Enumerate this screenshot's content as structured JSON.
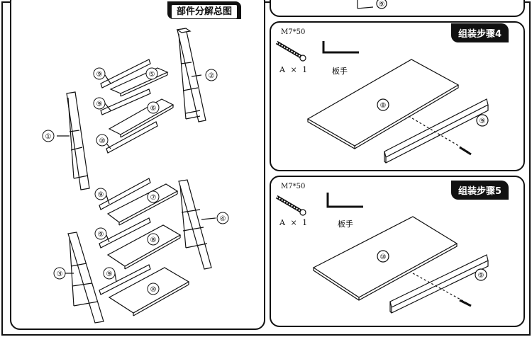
{
  "overview": {
    "title": "部件分解总图"
  },
  "step4": {
    "title": "组装步骤4",
    "screw_spec": "M7*50",
    "screw_qty": "A × 1",
    "tool_label": "板手"
  },
  "step5": {
    "title": "组装步骤5",
    "screw_spec": "M7*50",
    "screw_qty": "A × 1",
    "tool_label": "板手"
  },
  "part_labels": {
    "p1": "①",
    "p2": "②",
    "p3": "③",
    "p4": "④",
    "p5": "⑤",
    "p6": "⑥",
    "p7": "⑦",
    "p8": "⑧",
    "p9": "⑨",
    "p10": "⑩"
  }
}
